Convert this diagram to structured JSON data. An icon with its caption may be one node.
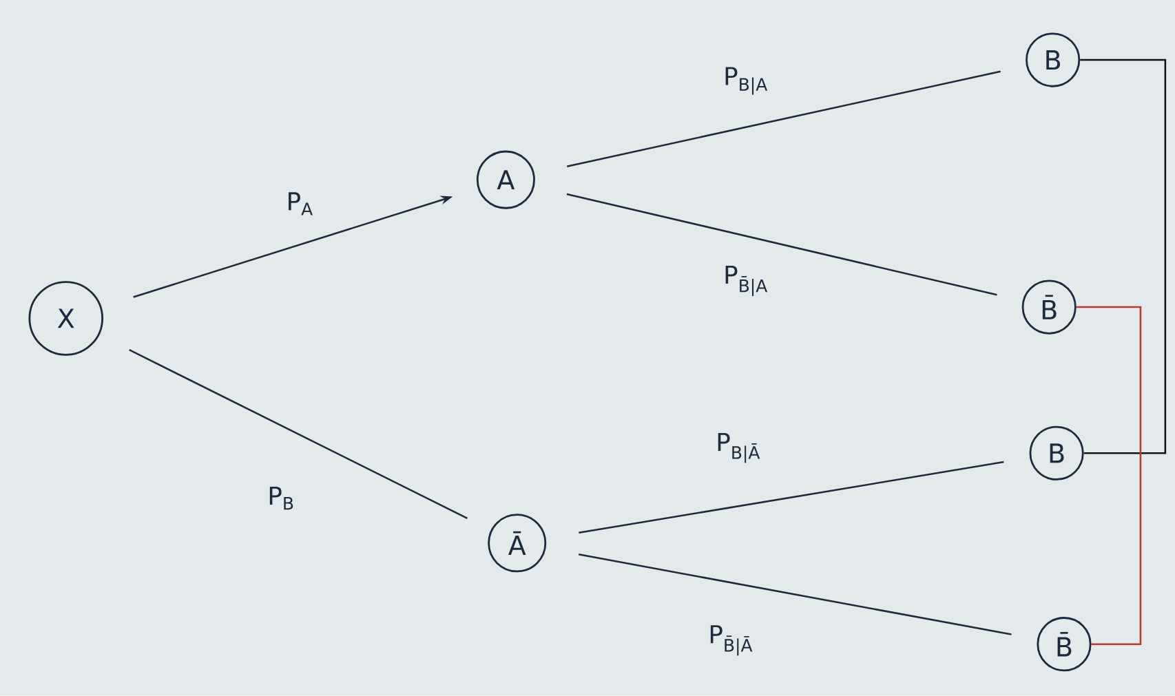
{
  "diagram": {
    "nodes": [
      {
        "text": [
          "X"
        ]
      },
      {
        "text": [
          "A"
        ]
      },
      {
        "text": [
          "Ā"
        ]
      },
      {
        "text": [
          "B"
        ]
      },
      {
        "text": [
          "B̄"
        ]
      },
      {
        "text": [
          "B"
        ]
      },
      {
        "text": [
          "B̄"
        ]
      }
    ],
    "edges": [
      {
        "from": 0,
        "to": 1,
        "arrow": "to",
        "label": "P$_{A}$"
      },
      {
        "from": 0,
        "to": 2,
        "arrow": "none",
        "label": "P$_{B}$"
      },
      {
        "from": 1,
        "to": 3,
        "arrow": "none",
        "label": "P$_{B|A}$"
      },
      {
        "from": 1,
        "to": 4,
        "arrow": "none",
        "label": "P$_{B̄|A}$"
      },
      {
        "from": 2,
        "to": 5,
        "arrow": "none",
        "label": "P$_{B|Ā}$"
      },
      {
        "from": 2,
        "to": 6,
        "arrow": "none",
        "label": "P$_{B̄|Ā}$"
      },
      {
        "from": 3,
        "to": 5,
        "arrow": "none",
        "color": "#111111"
      },
      {
        "from": 4,
        "to": 6,
        "arrow": "none",
        "color": "#b83a32"
      }
    ]
  }
}
